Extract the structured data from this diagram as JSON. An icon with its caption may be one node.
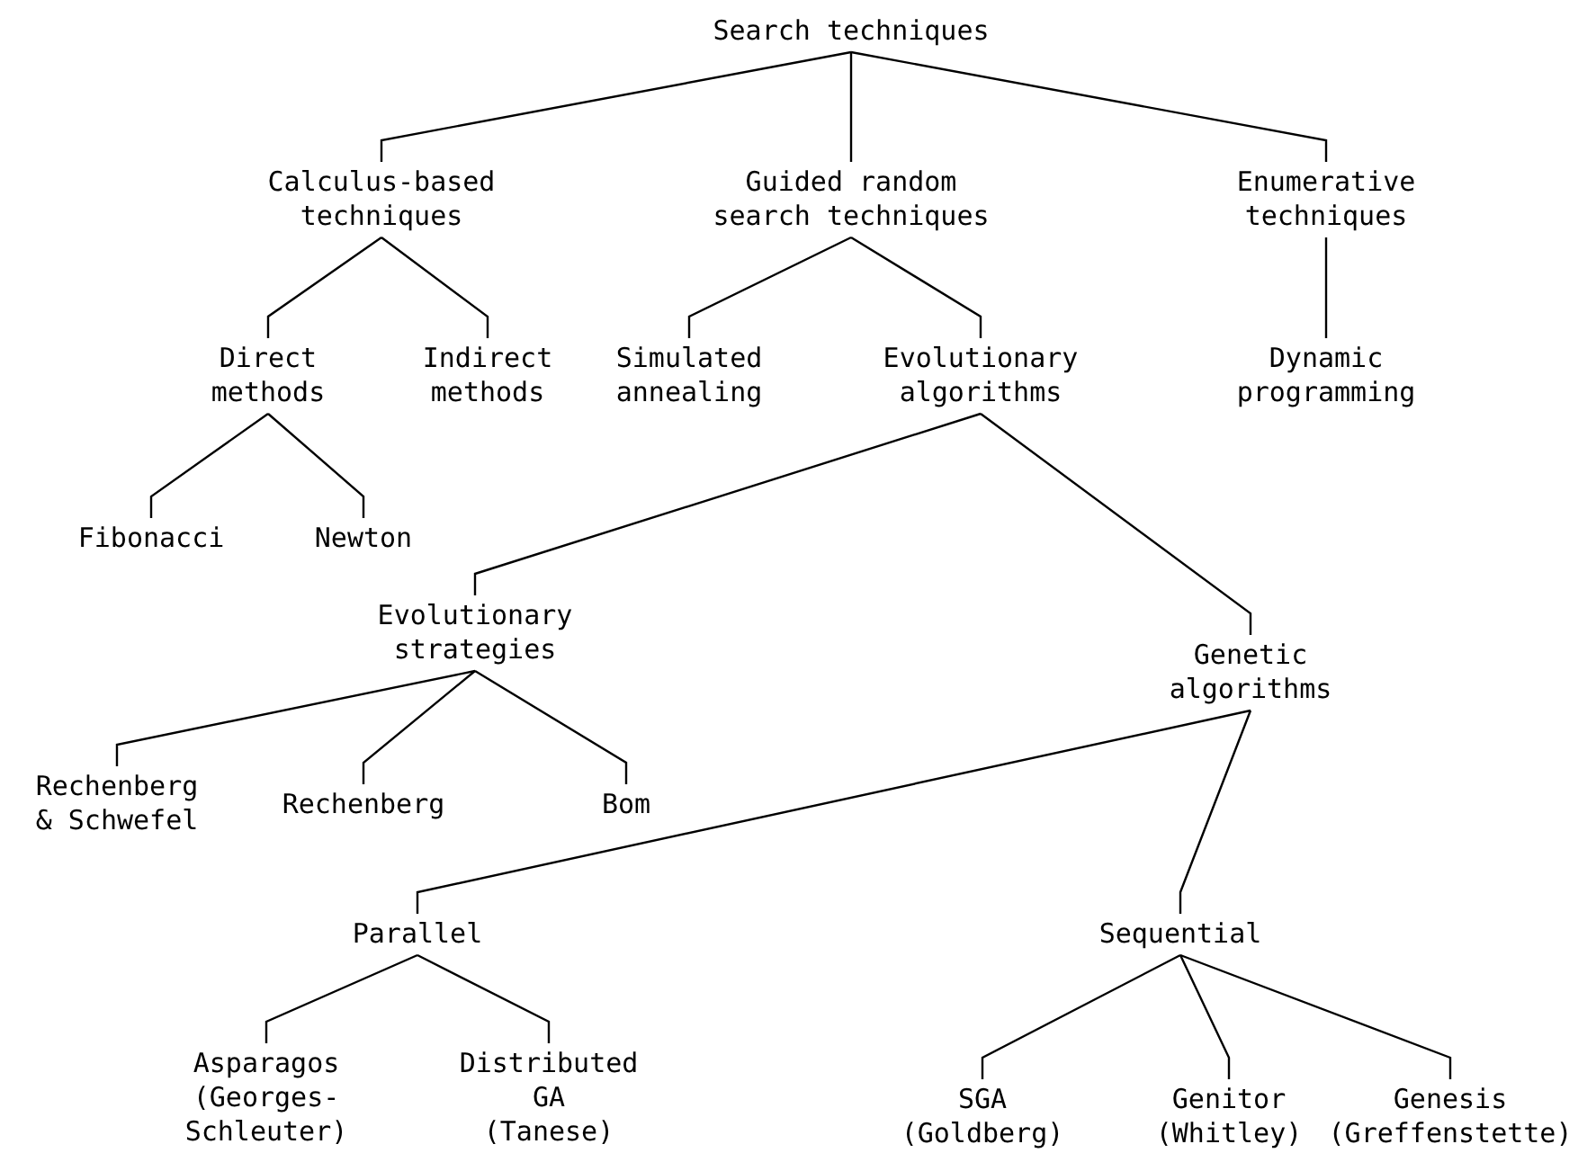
{
  "diagram": {
    "nodes": [
      {
        "text": [
          "Search techniques"
        ]
      },
      {
        "text": [
          "Calculus-based techniques"
        ]
      },
      {
        "text": [
          "Guided random search techniques"
        ]
      },
      {
        "text": [
          "Enumerative techniques"
        ]
      },
      {
        "text": [
          "Direct methods"
        ]
      },
      {
        "text": [
          "Indirect methods"
        ]
      },
      {
        "text": [
          "Simulated annealing"
        ]
      },
      {
        "text": [
          "Evolutionary algorithms"
        ]
      },
      {
        "text": [
          "Dynamic programming"
        ]
      },
      {
        "text": [
          "Fibonacci"
        ]
      },
      {
        "text": [
          "Newton"
        ]
      },
      {
        "text": [
          "Evolutionary strategies"
        ]
      },
      {
        "text": [
          "Genetic algorithms"
        ]
      },
      {
        "text": [
          "Rechenberg & Schwefel"
        ]
      },
      {
        "text": [
          "Rechenberg"
        ]
      },
      {
        "text": [
          "Bom"
        ]
      },
      {
        "text": [
          "Parallel"
        ]
      },
      {
        "text": [
          "Sequential"
        ]
      },
      {
        "text": [
          "Asparagos",
          "(Georges-Schleuter)"
        ]
      },
      {
        "text": [
          "Distributed GA",
          "(Tanese)"
        ]
      },
      {
        "text": [
          "SGA",
          "(Goldberg)"
        ]
      },
      {
        "text": [
          "Genitor",
          "(Whitley)"
        ]
      },
      {
        "text": [
          "Genesis",
          "(Greffenstette)"
        ]
      }
    ],
    "edges": [
      {
        "from": 0,
        "to": 1,
        "arrow": "none"
      },
      {
        "from": 0,
        "to": 2,
        "arrow": "none"
      },
      {
        "from": 0,
        "to": 3,
        "arrow": "none"
      },
      {
        "from": 1,
        "to": 4,
        "arrow": "none"
      },
      {
        "from": 1,
        "to": 5,
        "arrow": "none"
      },
      {
        "from": 2,
        "to": 6,
        "arrow": "none"
      },
      {
        "from": 2,
        "to": 7,
        "arrow": "none"
      },
      {
        "from": 3,
        "to": 8,
        "arrow": "none"
      },
      {
        "from": 4,
        "to": 9,
        "arrow": "none"
      },
      {
        "from": 4,
        "to": 10,
        "arrow": "none"
      },
      {
        "from": 7,
        "to": 11,
        "arrow": "none"
      },
      {
        "from": 7,
        "to": 12,
        "arrow": "none"
      },
      {
        "from": 11,
        "to": 13,
        "arrow": "none"
      },
      {
        "from": 11,
        "to": 14,
        "arrow": "none"
      },
      {
        "from": 11,
        "to": 15,
        "arrow": "none"
      },
      {
        "from": 12,
        "to": 16,
        "arrow": "none"
      },
      {
        "from": 12,
        "to": 17,
        "arrow": "none"
      },
      {
        "from": 16,
        "to": 18,
        "arrow": "none"
      },
      {
        "from": 16,
        "to": 19,
        "arrow": "none"
      },
      {
        "from": 17,
        "to": 20,
        "arrow": "none"
      },
      {
        "from": 17,
        "to": 21,
        "arrow": "none"
      },
      {
        "from": 17,
        "to": 22,
        "arrow": "none"
      }
    ]
  }
}
